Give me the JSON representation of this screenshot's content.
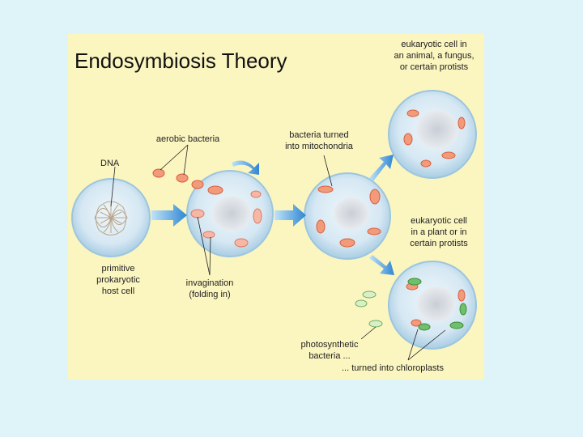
{
  "title": "Endosymbiosis Theory",
  "labels": {
    "eukaryotic_animal": "eukaryotic cell in\nan animal, a fungus,\nor certain protists",
    "aerobic_bacteria": "aerobic bacteria",
    "bacteria_turned": "bacteria turned\ninto mitochondria",
    "dna": "DNA",
    "eukaryotic_plant": "eukaryotic cell\nin a plant or in\ncertain protists",
    "primitive": "primitive\nprokaryotic\nhost cell",
    "invagination": "invagination\n(folding in)",
    "photosynthetic": "photosynthetic\nbacteria ...",
    "chloroplasts": "... turned into chloroplasts"
  },
  "colors": {
    "background": "#dff4f8",
    "panel": "#fbf5c0",
    "arrow": "#3a8fd6",
    "mitochondria": "#f29a7a",
    "chloroplast": "#6fc06a",
    "cell": "#cfe6f2"
  }
}
